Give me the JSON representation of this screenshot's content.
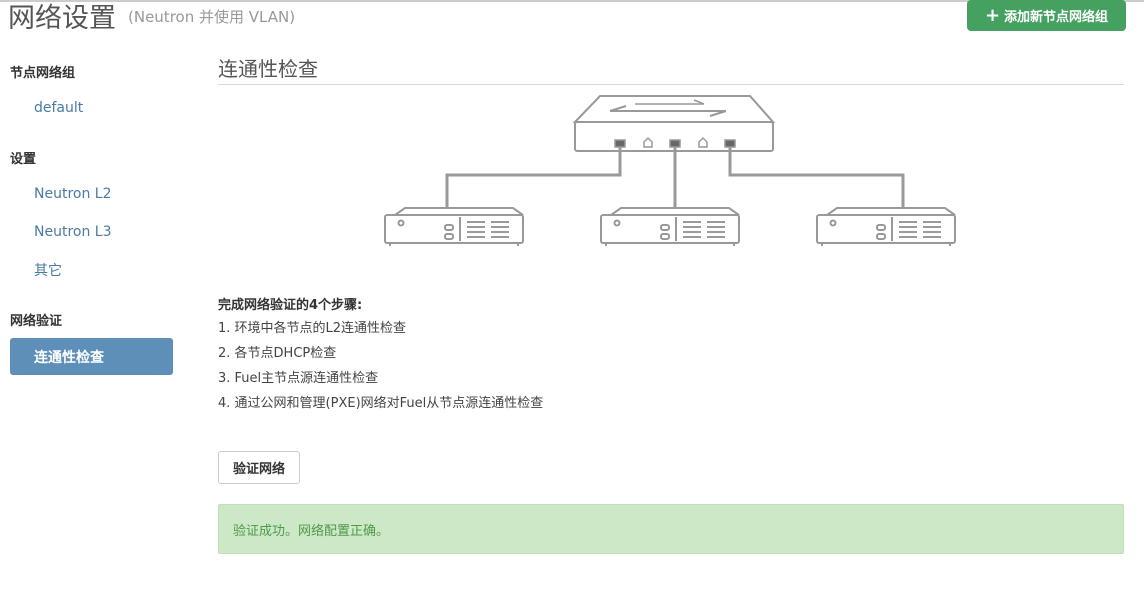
{
  "header": {
    "title": "网络设置",
    "subtitle": "(Neutron 并使用 VLAN)",
    "add_button_label": "添加新节点网络组",
    "add_button_icon": "plus-icon"
  },
  "sidebar": {
    "groups": [
      {
        "heading": "节点网络组",
        "items": [
          {
            "label": "default",
            "active": false
          }
        ]
      },
      {
        "heading": "设置",
        "items": [
          {
            "label": "Neutron L2",
            "active": false
          },
          {
            "label": "Neutron L3",
            "active": false
          },
          {
            "label": "其它",
            "active": false
          }
        ]
      },
      {
        "heading": "网络验证",
        "items": [
          {
            "label": "连通性检查",
            "active": true
          }
        ]
      }
    ]
  },
  "main": {
    "section_title": "连通性检查",
    "steps_title": "完成网络验证的4个步骤:",
    "steps": [
      "1. 环境中各节点的L2连通性检查",
      "2. 各节点DHCP检查",
      "3. Fuel主节点源连通性检查",
      "4. 通过公网和管理(PXE)网络对Fuel从节点源连通性检查"
    ],
    "verify_button_label": "验证网络",
    "alert_text": "验证成功。网络配置正确。"
  },
  "colors": {
    "accent_green": "#45a160",
    "active_nav": "#5d8fb8",
    "link_blue": "#4a7aa5",
    "success_bg": "#cce8c6",
    "success_text": "#4d9a4a"
  }
}
